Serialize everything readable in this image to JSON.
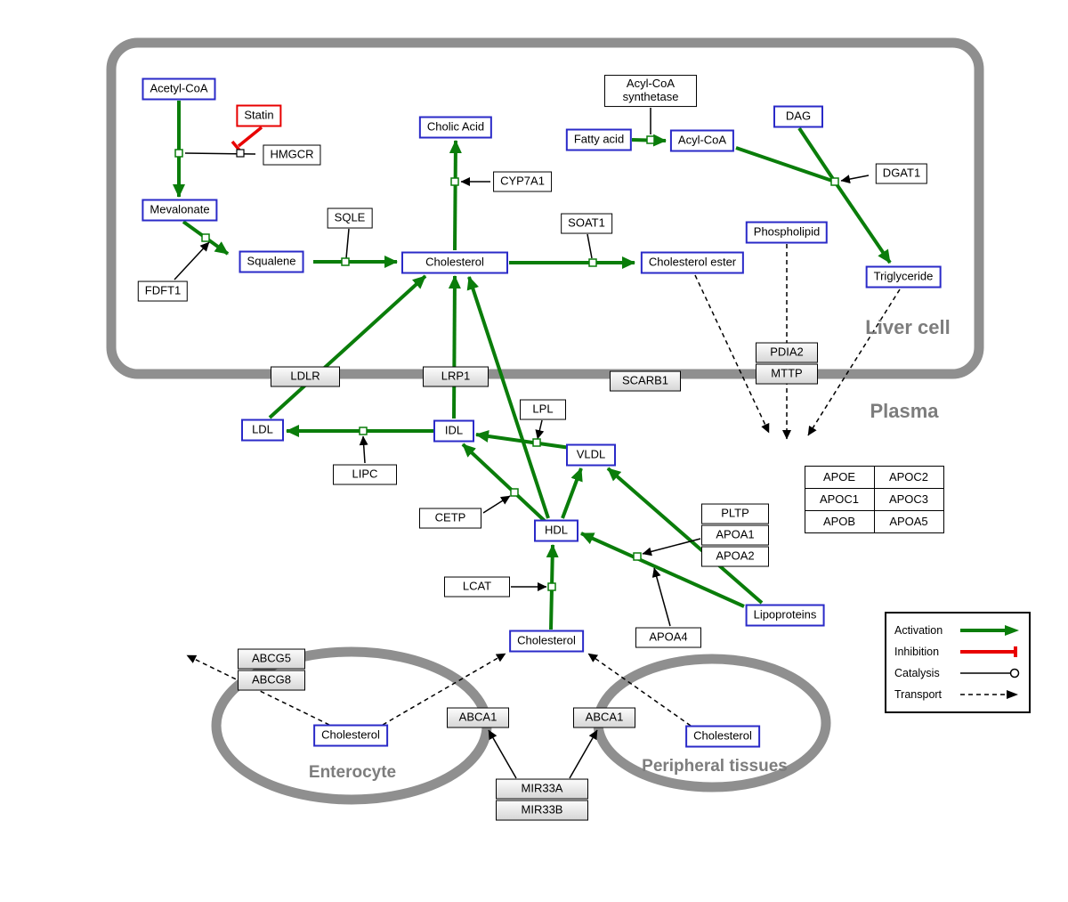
{
  "compartments": {
    "liver": {
      "label": "Liver cell"
    },
    "plasma": {
      "label": "Plasma"
    },
    "enterocyte": {
      "label": "Enterocyte"
    },
    "peripheral": {
      "label": "Peripheral tissues"
    }
  },
  "nodes": {
    "acetyl_coa": {
      "label": "Acetyl-CoA"
    },
    "statin": {
      "label": "Statin"
    },
    "hmgcr": {
      "label": "HMGCR"
    },
    "mevalonate": {
      "label": "Mevalonate"
    },
    "fdft1": {
      "label": "FDFT1"
    },
    "squalene": {
      "label": "Squalene"
    },
    "sqle": {
      "label": "SQLE"
    },
    "cholic_acid": {
      "label": "Cholic Acid"
    },
    "cyp7a1": {
      "label": "CYP7A1"
    },
    "cholesterol_liver": {
      "label": "Cholesterol"
    },
    "soat1": {
      "label": "SOAT1"
    },
    "cholesterol_ester": {
      "label": "Cholesterol ester"
    },
    "fatty_acid": {
      "label": "Fatty acid"
    },
    "acyl_coa_synthetase": {
      "label": "Acyl-CoA synthetase"
    },
    "acyl_coa": {
      "label": "Acyl-CoA"
    },
    "dag": {
      "label": "DAG"
    },
    "dgat1": {
      "label": "DGAT1"
    },
    "phospholipid": {
      "label": "Phospholipid"
    },
    "triglyceride": {
      "label": "Triglyceride"
    },
    "pdia2": {
      "label": "PDIA2"
    },
    "mttp": {
      "label": "MTTP"
    },
    "ldlr": {
      "label": "LDLR"
    },
    "lrp1": {
      "label": "LRP1"
    },
    "scarb1": {
      "label": "SCARB1"
    },
    "ldl": {
      "label": "LDL"
    },
    "idl": {
      "label": "IDL"
    },
    "lipc": {
      "label": "LIPC"
    },
    "lpl": {
      "label": "LPL"
    },
    "vldl": {
      "label": "VLDL"
    },
    "cetp": {
      "label": "CETP"
    },
    "hdl": {
      "label": "HDL"
    },
    "pltp": {
      "label": "PLTP"
    },
    "apoa1": {
      "label": "APOA1"
    },
    "apoa2": {
      "label": "APOA2"
    },
    "lcat": {
      "label": "LCAT"
    },
    "apoa4": {
      "label": "APOA4"
    },
    "lipoproteins": {
      "label": "Lipoproteins"
    },
    "cholesterol_plasma": {
      "label": "Cholesterol"
    },
    "abcg5": {
      "label": "ABCG5"
    },
    "abcg8": {
      "label": "ABCG8"
    },
    "cholesterol_enterocyte": {
      "label": "Cholesterol"
    },
    "abca1_left": {
      "label": "ABCA1"
    },
    "abca1_right": {
      "label": "ABCA1"
    },
    "cholesterol_peripheral": {
      "label": "Cholesterol"
    },
    "mir33a": {
      "label": "MIR33A"
    },
    "mir33b": {
      "label": "MIR33B"
    }
  },
  "apo_table": {
    "rows": [
      [
        "APOE",
        "APOC2"
      ],
      [
        "APOC1",
        "APOC3"
      ],
      [
        "APOB",
        "APOA5"
      ]
    ]
  },
  "legend": {
    "items": [
      {
        "label": "Activation",
        "type": "activation"
      },
      {
        "label": "Inhibition",
        "type": "inhibition"
      },
      {
        "label": "Catalysis",
        "type": "catalysis"
      },
      {
        "label": "Transport",
        "type": "transport"
      }
    ]
  },
  "colors": {
    "activation": "#0a7d0a",
    "inhibition": "#e80000",
    "entity": "#2a2ac8",
    "membrane": "#8f8f8f"
  }
}
